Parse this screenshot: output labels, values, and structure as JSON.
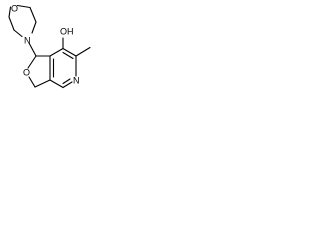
{
  "structure": {
    "atoms": {
      "morpholine_o": "O",
      "morpholine_n": "N",
      "hydroxyl": "OH",
      "furan_o": "O",
      "pyridine_n": "N"
    }
  },
  "colors": {
    "bond": "#000000",
    "background": "#ffffff"
  }
}
